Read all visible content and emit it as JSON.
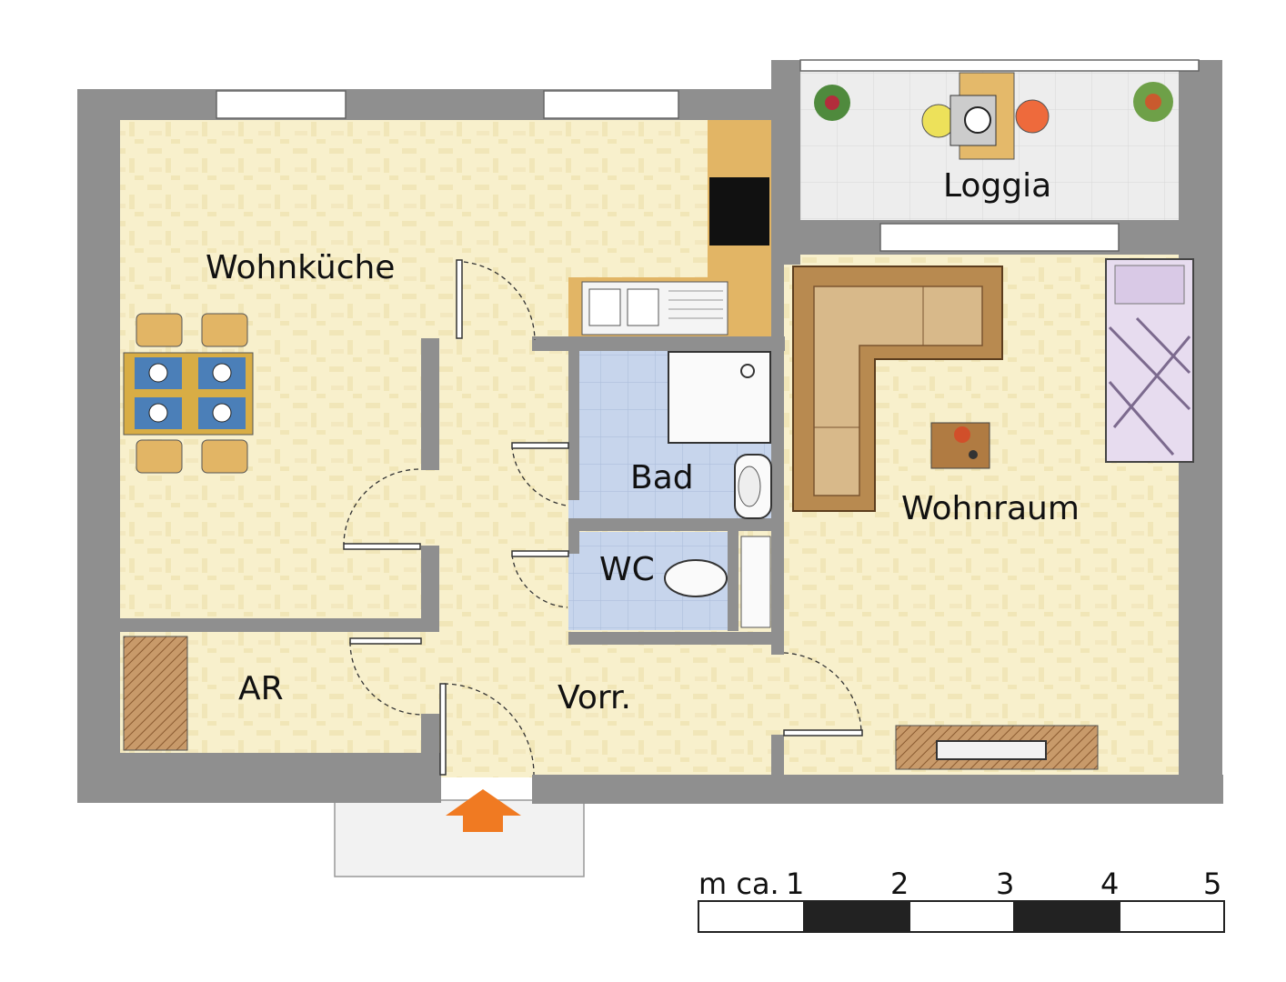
{
  "rooms": {
    "wohnkueche": "Wohnküche",
    "loggia": "Loggia",
    "bad": "Bad",
    "wohnraum": "Wohnraum",
    "wc": "WC",
    "ar": "AR",
    "vorraum": "Vorr."
  },
  "scale": {
    "prefix": "m ca.",
    "ticks": [
      "1",
      "2",
      "3",
      "4",
      "5"
    ]
  },
  "colors": {
    "wall": "#8e8e8e",
    "floor": "#f7efc8",
    "tile": "#c9d6ea",
    "loggia_tile": "#eeeeee",
    "kitchen_counter": "#e3b460",
    "entrance_arrow": "#f07a22"
  }
}
